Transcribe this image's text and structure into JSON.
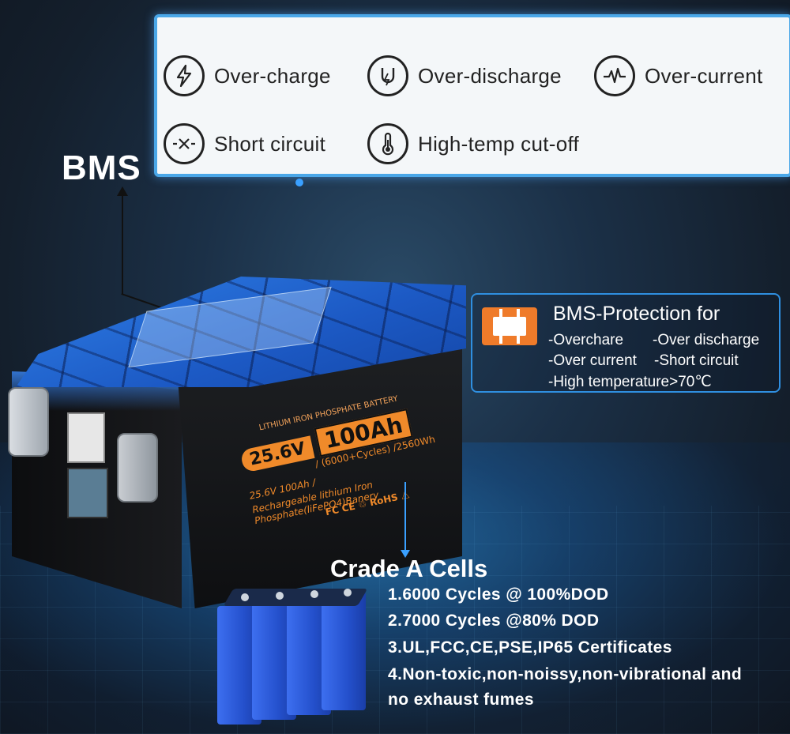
{
  "panel": {
    "features": [
      {
        "label": "Over-charge",
        "icon": "lightning-icon"
      },
      {
        "label": "Over-discharge",
        "icon": "magnet-icon"
      },
      {
        "label": "Over-current",
        "icon": "pulse-icon"
      },
      {
        "label": "Short circuit",
        "icon": "close-icon"
      },
      {
        "label": "High-temp cut-off",
        "icon": "thermometer-icon"
      }
    ]
  },
  "bms_label": "BMS",
  "battery_label": {
    "title": "LITHIUM IRON PHOSPHATE BATTERY",
    "voltage": "25.6V",
    "capacity": "100Ah",
    "cycles": "/ (6000+Cycles) /2560Wh",
    "spec": "25.6V 100Ah /",
    "chemistry": "Rechargeable lithium  Iron Phosphate(liFePO4)Banery",
    "certs": "FC CE ♲ RoHS ⚠"
  },
  "protection": {
    "title": "BMS-Protection for",
    "items": [
      "-Overchare",
      "-Over discharge",
      "-Over current",
      "-Short circuit",
      "-High temperature>70℃"
    ],
    "accent": "#ef7b2a",
    "border": "#2f8fe0"
  },
  "cells": {
    "title": "Crade A Cells",
    "items": [
      "1.6000 Cycles @ 100%DOD",
      "2.7000 Cycles @80% DOD",
      "3.UL,FCC,CE,PSE,IP65 Certificates",
      "4.Non-toxic,non-noissy,non-vibrational and",
      "no exhaust fumes"
    ]
  }
}
